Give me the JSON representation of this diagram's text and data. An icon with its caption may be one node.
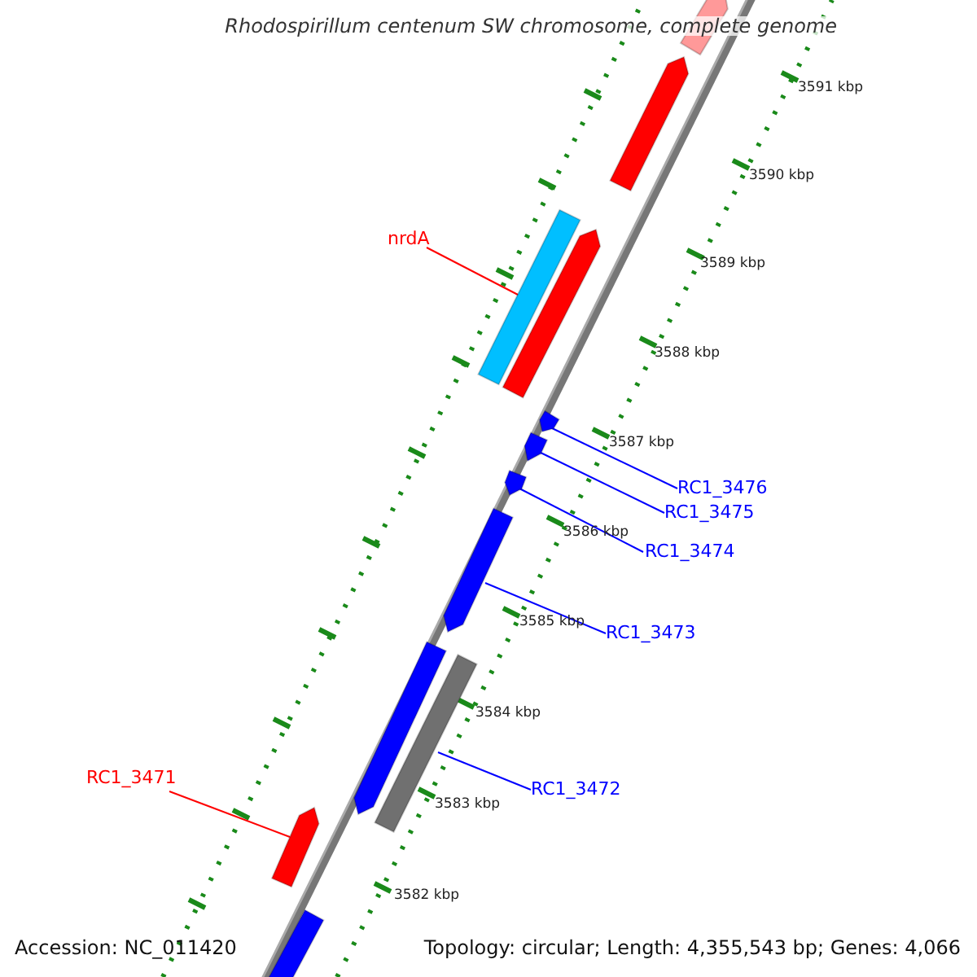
{
  "diagram": {
    "title": "Rhodospirillum centenum SW chromosome, complete genome",
    "nodes": [
      {
        "text": [
          "nrdA"
        ]
      },
      {
        "text": [],
        "shape": "bar"
      },
      {
        "text": [
          "RC1_3476"
        ]
      },
      {
        "text": [],
        "shape": "bar"
      },
      {
        "text": [
          "RC1_3475"
        ]
      },
      {
        "text": [],
        "shape": "bar"
      },
      {
        "text": [
          "RC1_3474"
        ]
      },
      {
        "text": [],
        "shape": "bar"
      },
      {
        "text": [
          "RC1_3473"
        ]
      },
      {
        "text": [],
        "shape": "bar"
      },
      {
        "text": [
          "RC1_3472"
        ]
      },
      {
        "text": [],
        "shape": "bar"
      },
      {
        "text": [
          "RC1_3471"
        ]
      },
      {
        "text": [],
        "shape": "bar"
      },
      {
        "text": [],
        "shape": "bar"
      },
      {
        "text": [],
        "shape": "bar"
      },
      {
        "text": [],
        "shape": "bar"
      },
      {
        "text": [],
        "shape": "bar"
      },
      {
        "text": [],
        "shape": "bar"
      }
    ],
    "edges": [
      {
        "from": 0,
        "to": 1,
        "arrow": "none",
        "color": "#ff0000"
      },
      {
        "from": 2,
        "to": 3,
        "arrow": "none"
      },
      {
        "from": 4,
        "to": 5,
        "arrow": "none"
      },
      {
        "from": 6,
        "to": 7,
        "arrow": "none"
      },
      {
        "from": 8,
        "to": 9,
        "arrow": "none"
      },
      {
        "from": 10,
        "to": 11,
        "arrow": "none"
      },
      {
        "from": 12,
        "to": 13,
        "arrow": "none",
        "color": "#ff0000"
      }
    ],
    "labels": [
      "3591 kbp",
      "3590 kbp",
      "3589 kbp",
      "3588 kbp",
      "3587 kbp",
      "3586 kbp",
      "3585 kbp",
      "3584 kbp",
      "3583 kbp",
      "3582 kbp",
      "Accession: NC_011420",
      "Topology: circular; Length: 4,355,543 bp; Genes: 4,066"
    ]
  }
}
